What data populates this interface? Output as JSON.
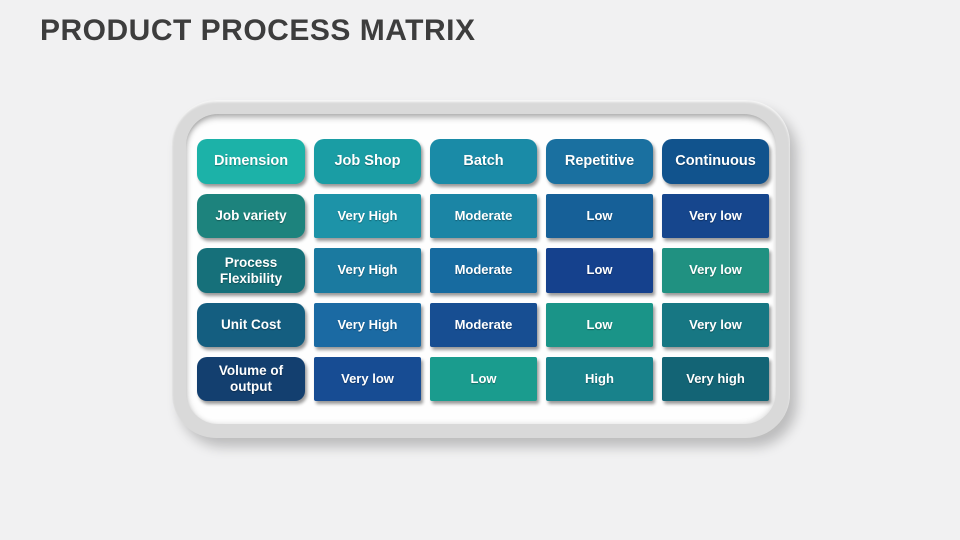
{
  "slide": {
    "title": "PRODUCT PROCESS MATRIX",
    "title_color": "#3d3d3d",
    "background_color": "#f1f1f2",
    "card": {
      "frame_color": "#d9d9d9",
      "panel_color": "#fefefe"
    }
  },
  "matrix": {
    "header": [
      {
        "label": "Dimension",
        "color": "#1cb2a8"
      },
      {
        "label": "Job Shop",
        "color": "#1a9da4"
      },
      {
        "label": "Batch",
        "color": "#1a8ba7"
      },
      {
        "label": "Repetitive",
        "color": "#1a70a0"
      },
      {
        "label": "Continuous",
        "color": "#11538d"
      }
    ],
    "rows": [
      {
        "dimension": {
          "label": "Job variety",
          "color": "#1d837d"
        },
        "cells": [
          {
            "label": "Very High",
            "color": "#1d93a8"
          },
          {
            "label": "Moderate",
            "color": "#1b85a5"
          },
          {
            "label": "Low",
            "color": "#166098"
          },
          {
            "label": "Very low",
            "color": "#16468d"
          }
        ]
      },
      {
        "dimension": {
          "label": "Process Flexibility",
          "color": "#16707a"
        },
        "cells": [
          {
            "label": "Very High",
            "color": "#1b7aa0"
          },
          {
            "label": "Moderate",
            "color": "#176ba0"
          },
          {
            "label": "Low",
            "color": "#15418d"
          },
          {
            "label": "Very low",
            "color": "#209181"
          }
        ]
      },
      {
        "dimension": {
          "label": "Unit Cost",
          "color": "#145e80"
        },
        "cells": [
          {
            "label": "Very High",
            "color": "#1b6aa3"
          },
          {
            "label": "Moderate",
            "color": "#174e92"
          },
          {
            "label": "Low",
            "color": "#1a9488"
          },
          {
            "label": "Very low",
            "color": "#177783"
          }
        ]
      },
      {
        "dimension": {
          "label": "Volume of output",
          "color": "#133f6f"
        },
        "cells": [
          {
            "label": "Very low",
            "color": "#174c93"
          },
          {
            "label": "Low",
            "color": "#1a9c8e"
          },
          {
            "label": "High",
            "color": "#18828b"
          },
          {
            "label": "Very high",
            "color": "#136475"
          }
        ]
      }
    ]
  }
}
